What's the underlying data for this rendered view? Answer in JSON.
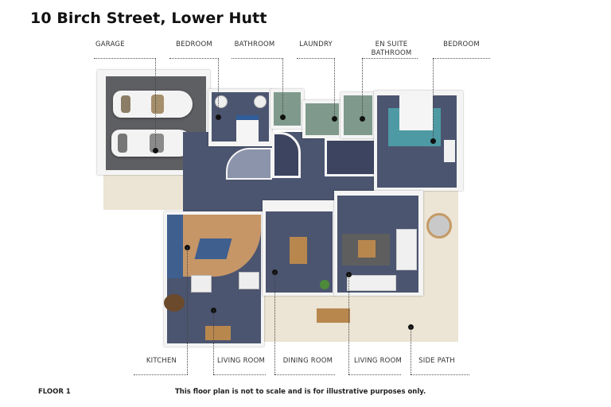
{
  "title": "10 Birch Street, Lower Hutt",
  "top_labels": [
    {
      "id": "garage",
      "text": "GARAGE"
    },
    {
      "id": "bedroom-1",
      "text": "BEDROOM"
    },
    {
      "id": "bathroom",
      "text": "BATHROOM"
    },
    {
      "id": "laundry",
      "text": "LAUNDRY"
    },
    {
      "id": "en-suite-bathroom",
      "text_line1": "EN SUITE",
      "text_line2": "BATHROOM"
    },
    {
      "id": "bedroom-2",
      "text": "BEDROOM"
    }
  ],
  "bottom_labels": [
    {
      "id": "kitchen",
      "text": "KITCHEN"
    },
    {
      "id": "living-room-1",
      "text": "LIVING ROOM"
    },
    {
      "id": "dining-room",
      "text": "DINING ROOM"
    },
    {
      "id": "living-room-2",
      "text": "LIVING ROOM"
    },
    {
      "id": "side-path",
      "text": "SIDE PATH"
    }
  ],
  "footer": {
    "floor": "FLOOR 1",
    "disclaimer": "This floor plan is not to scale and is for illustrative purposes only."
  },
  "colors": {
    "carpet": "#4b5570",
    "garage_floor": "#5e5f63",
    "bathroom_tile": "#7f9a8c",
    "paving": "#ece4d4",
    "kitchen_wood": "#c69667",
    "walls": "#f4f4f4"
  }
}
